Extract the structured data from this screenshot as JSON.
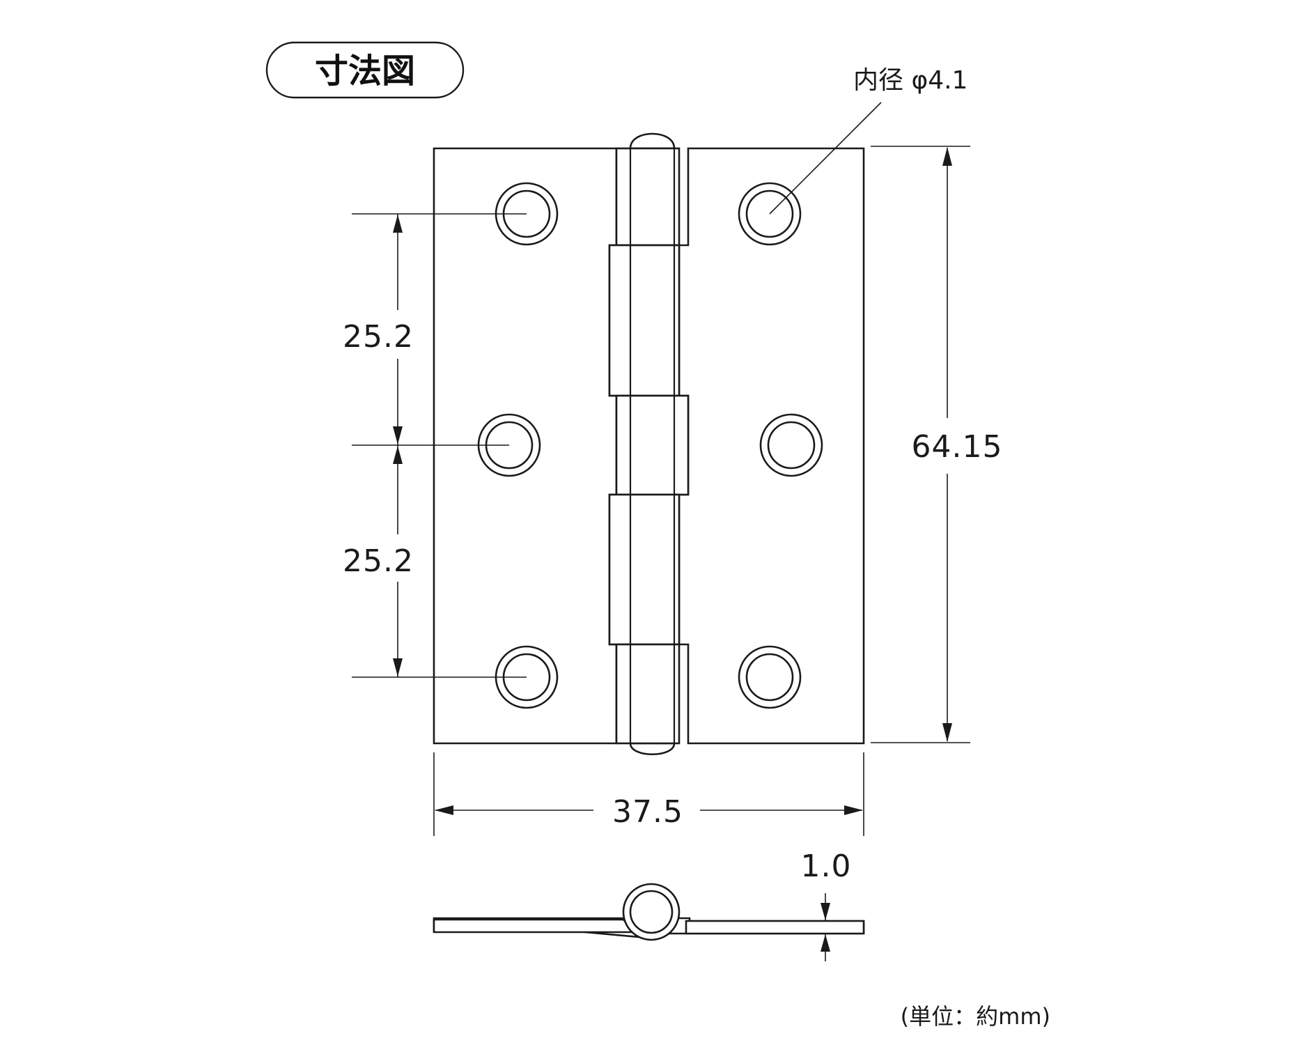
{
  "title": "寸法図",
  "unit_note": "(単位：約mm)",
  "dimensions": {
    "inner_diameter": "内径 φ4.1",
    "hole_pitch_upper": "25.2",
    "hole_pitch_lower": "25.2",
    "height": "64.15",
    "width": "37.5",
    "thickness": "1.0"
  },
  "colors": {
    "line": "#1a1a1a",
    "background": "#ffffff"
  }
}
